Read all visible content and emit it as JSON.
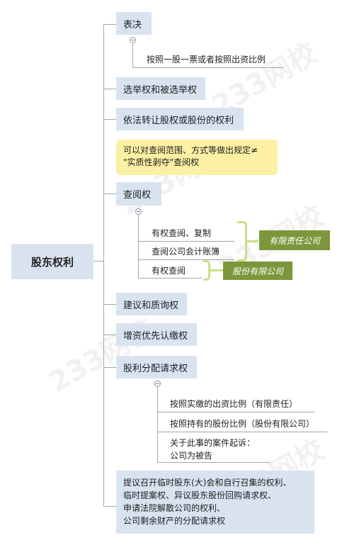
{
  "root": {
    "label": "股东权利"
  },
  "branches": {
    "vote": {
      "label": "表决",
      "child": "按照一股一票或者按照出资比例"
    },
    "elect": {
      "label": "选举权和被选举权"
    },
    "transfer": {
      "label": "依法转让股权或股份的权利"
    },
    "inspect_note": {
      "line1": "可以对查阅范围、方式等做出规定≠",
      "line2": "\"实质性剥夺\"查阅权"
    },
    "inspect": {
      "label": "查阅权",
      "children": [
        "有权查阅、复制",
        "查阅公司会计账簿",
        "有权查阅"
      ],
      "tags": {
        "llc": "有限责任公司",
        "jsc": "股份有限公司"
      }
    },
    "suggest": {
      "label": "建议和质询权"
    },
    "subscribe": {
      "label": "增资优先认缴权"
    },
    "dividend": {
      "label": "股利分配请求权",
      "children": [
        "按照实缴的出资比例（有限责任）",
        "按照持有的股份比例（股份有限公司）"
      ],
      "lawsuit": {
        "line1": "关于此事的案件起诉：",
        "line2": "公司为被告"
      }
    },
    "other": {
      "lines": [
        "提议召开临时股东(大)会和自行召集的权利、",
        "临时提案权、异议股东股份回购请求权、",
        "申请法院解散公司的权利、",
        "公司剩余财产的分配请求权"
      ]
    }
  },
  "colors": {
    "node_bg": "#d9e3f0",
    "callout_bg": "#fbf0a3",
    "tag_bg": "#7d963b",
    "brace": "#c9df8a",
    "line": "#9aa7b8"
  },
  "watermark": "233网校"
}
